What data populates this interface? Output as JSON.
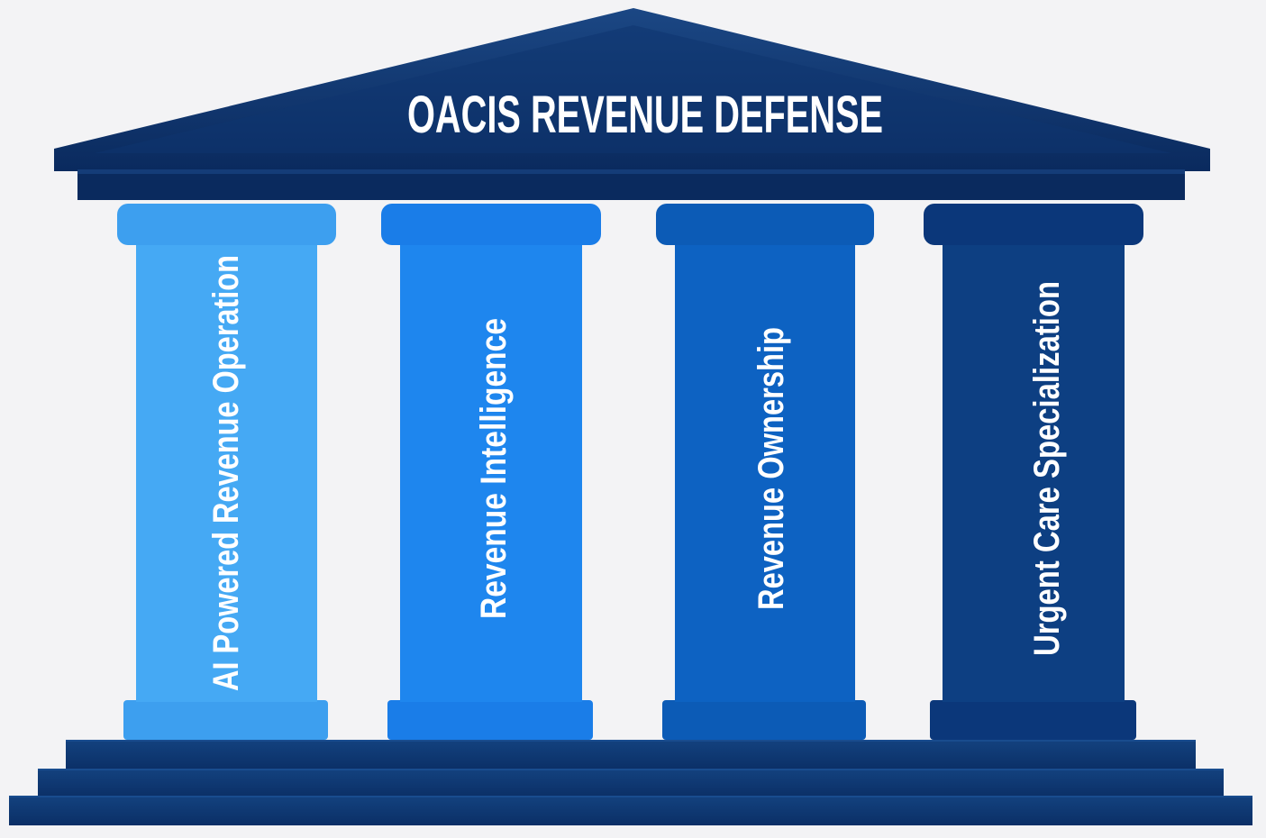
{
  "roof": {
    "title": "OACIS REVENUE DEFENSE",
    "color": "#0b2d63"
  },
  "pillars": [
    {
      "label": "AI Powered Revenue Operation",
      "color": "#45a9f4",
      "cap_color": "#3d9fef"
    },
    {
      "label": "Revenue Intelligence",
      "color": "#1e86ee",
      "cap_color": "#1a7de8"
    },
    {
      "label": "Revenue Ownership",
      "color": "#0d62c2",
      "cap_color": "#0c5bb6"
    },
    {
      "label": "Urgent Care Specialization",
      "color": "#0d3f82",
      "cap_color": "#0b377a"
    }
  ],
  "steps_color": "#0d3a78",
  "background": "#f3f3f5"
}
